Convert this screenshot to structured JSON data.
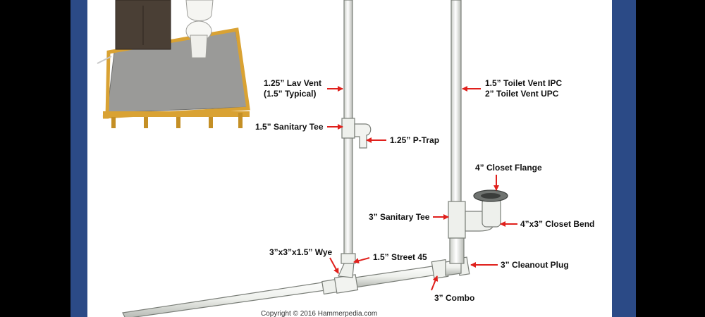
{
  "diagram": {
    "labels": {
      "lav_vent_line1": "1.25” Lav Vent",
      "lav_vent_line2": "(1.5” Typical)",
      "sanitary_tee_small": "1.5” Sanitary Tee",
      "p_trap": "1.25” P-Trap",
      "toilet_vent_ipc": "1.5” Toilet Vent IPC",
      "toilet_vent_upc": "2” Toilet Vent UPC",
      "closet_flange": "4” Closet Flange",
      "sanitary_tee_large": "3” Sanitary Tee",
      "closet_bend": "4”x3” Closet Bend",
      "wye": "3”x3”x1.5” Wye",
      "street_45": "1.5” Street 45",
      "cleanout_plug": "3” Cleanout Plug",
      "combo": "3” Combo"
    },
    "copyright": "Copyright © 2016 Hammerpedia.com",
    "colors": {
      "arrow": "#e0201c",
      "frame": "#2b4a86",
      "pipe_fill": "#f4f5f3",
      "pipe_stroke": "#7a7e78",
      "floor_wood": "#d9a233",
      "floor_tile": "#9a9a98",
      "vanity": "#4a3f35"
    }
  }
}
